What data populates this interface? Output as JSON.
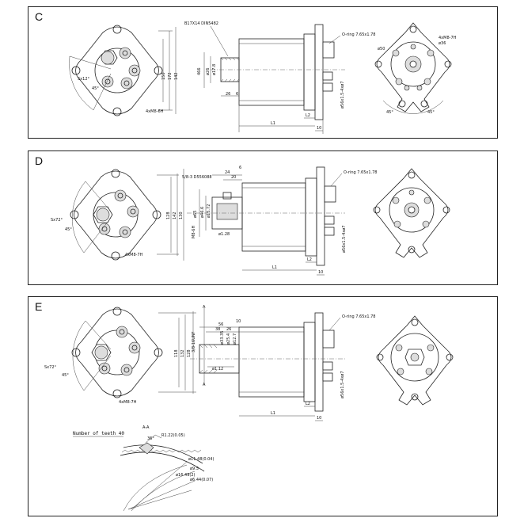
{
  "panels": [
    {
      "letter": "C",
      "pattern_label": "4xM8-6H",
      "spline_label": "B17X14 DIN5482",
      "oring_label": "O-ring 7.65x1.78",
      "dims_front": [
        "150",
        "172",
        "142"
      ],
      "angle_label": "Sx12°",
      "angle_45": "45°",
      "shaft_dims": [
        "466",
        "ø26",
        "ø17.8"
      ],
      "shaft_len": [
        "26",
        "6"
      ],
      "side_label": "ø50",
      "right_label": "4xM8-7H",
      "right_small": "ø36",
      "l_labels": [
        "L1",
        "L2",
        "10"
      ],
      "vert_label": "ø56x1.5-4xø7",
      "right_angles": [
        "45°",
        "45°"
      ]
    },
    {
      "letter": "D",
      "pattern_label": "4xM8-7H",
      "spline_label": "5/8-3 D556088",
      "oring_label": "O-ring 7.65x1.78",
      "dims_front": [
        "128",
        "142",
        "130"
      ],
      "angle_label": "Sx72°",
      "angle_45": "45°",
      "shaft_dims": [
        "ø65",
        "ø46.6",
        "ø15.72"
      ],
      "shaft_len": [
        "24",
        "20",
        "6"
      ],
      "small_dims": [
        "ø1.28",
        "M8-6H"
      ],
      "l_labels": [
        "L1",
        "L2",
        "10"
      ],
      "vert_label": "ø56x1.5-4xø7"
    },
    {
      "letter": "E",
      "pattern_label": "4xM8-7H",
      "oring_label": "O-ring 7.65x1.78",
      "dims_front": [
        "118",
        "132",
        "128"
      ],
      "angle_label": "Sx72°",
      "angle_45": "45°",
      "section_marks": [
        "A",
        "A"
      ],
      "shaft_top_dims": [
        "56",
        "38",
        "26",
        "10"
      ],
      "shaft_dims": [
        "3/8-16UNF",
        "ø33.35",
        "ø25.4",
        "ø12.7"
      ],
      "shaft_small": [
        "ø1.12"
      ],
      "l_labels": [
        "L1",
        "L2",
        "10"
      ],
      "vert_label": "ø56x1.5-4xø7",
      "section_title": "A-A",
      "teeth_label": "Number of teeth 40",
      "section_dims": [
        "36°",
        "R1.22(0.05)",
        "ø11.48(0.04)",
        "ø9.5",
        "ø6.44(0.07)",
        "ø16.49(2)"
      ]
    }
  ]
}
